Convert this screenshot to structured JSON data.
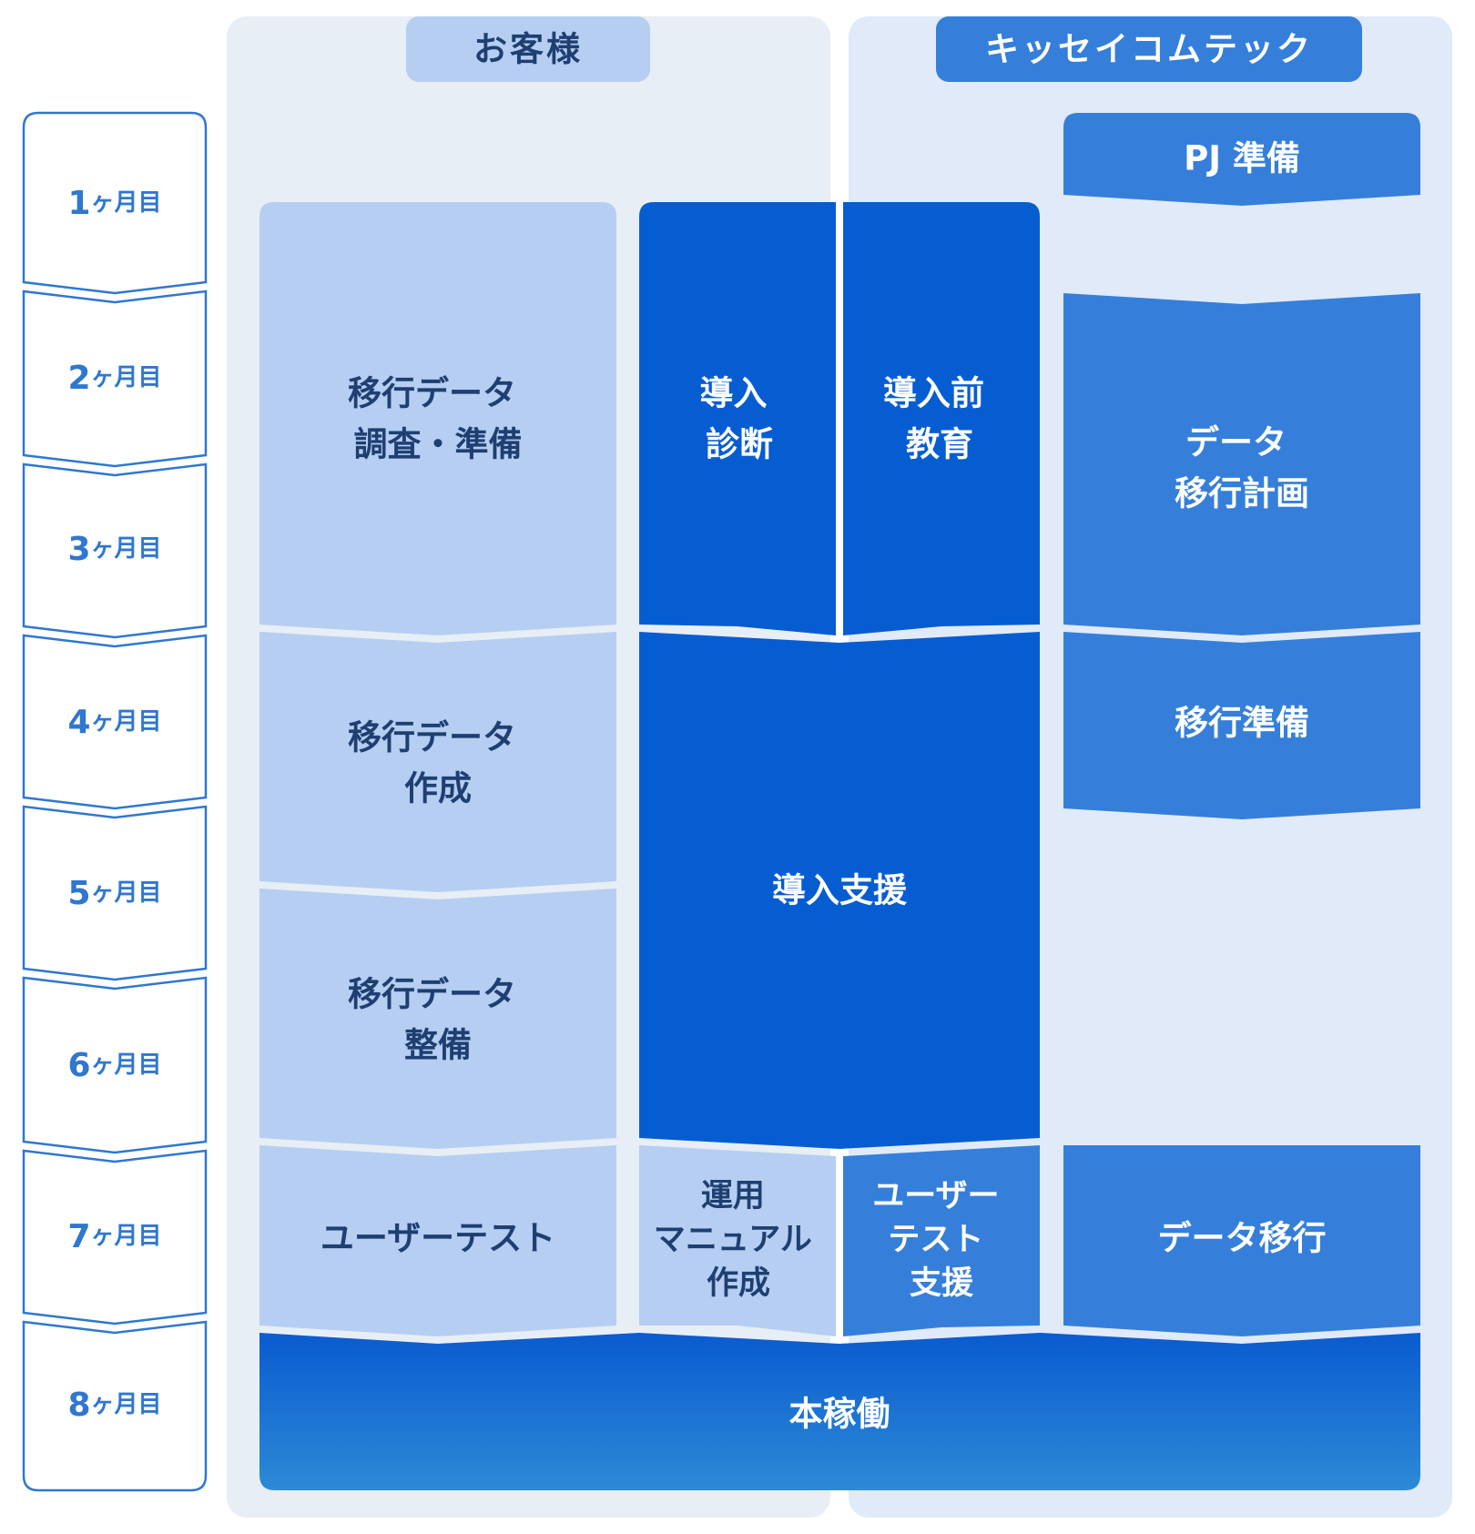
{
  "colors": {
    "panel_customer": "#e8eef5",
    "panel_kissei": "#e0eaf8",
    "light_block": "#b5cef2",
    "mid_block": "#357fdb",
    "dark_block": "#065dd2",
    "month_border": "#2f77d0",
    "text_dark": "#1f3f72",
    "text_white": "#ffffff"
  },
  "headers": {
    "customer": "お客様",
    "kissei": "キッセイコムテック"
  },
  "months": [
    {
      "num": "1",
      "unit": "ヶ月目"
    },
    {
      "num": "2",
      "unit": "ヶ月目"
    },
    {
      "num": "3",
      "unit": "ヶ月目"
    },
    {
      "num": "4",
      "unit": "ヶ月目"
    },
    {
      "num": "5",
      "unit": "ヶ月目"
    },
    {
      "num": "6",
      "unit": "ヶ月目"
    },
    {
      "num": "7",
      "unit": "ヶ月目"
    },
    {
      "num": "8",
      "unit": "ヶ月目"
    }
  ],
  "customer_tasks": {
    "investigate": [
      "移行データ",
      "調査・準備"
    ],
    "create": [
      "移行データ",
      "作成"
    ],
    "maintain": [
      "移行データ",
      "整備"
    ],
    "user_test": [
      "ユーザーテスト"
    ]
  },
  "shared_tasks": {
    "diagnosis": [
      "導入",
      "診断"
    ],
    "education": [
      "導入前",
      "教育"
    ],
    "support": [
      "導入支援"
    ],
    "manual": [
      "運用",
      "マニュアル",
      "作成"
    ],
    "test_support": [
      "ユーザー",
      "テスト",
      "支援"
    ]
  },
  "kissei_tasks": {
    "pj_prep": [
      "PJ 準備"
    ],
    "plan": [
      "データ",
      "移行計画"
    ],
    "prep": [
      "移行準備"
    ],
    "migration": [
      "データ移行"
    ]
  },
  "golive": [
    "本稼働"
  ]
}
